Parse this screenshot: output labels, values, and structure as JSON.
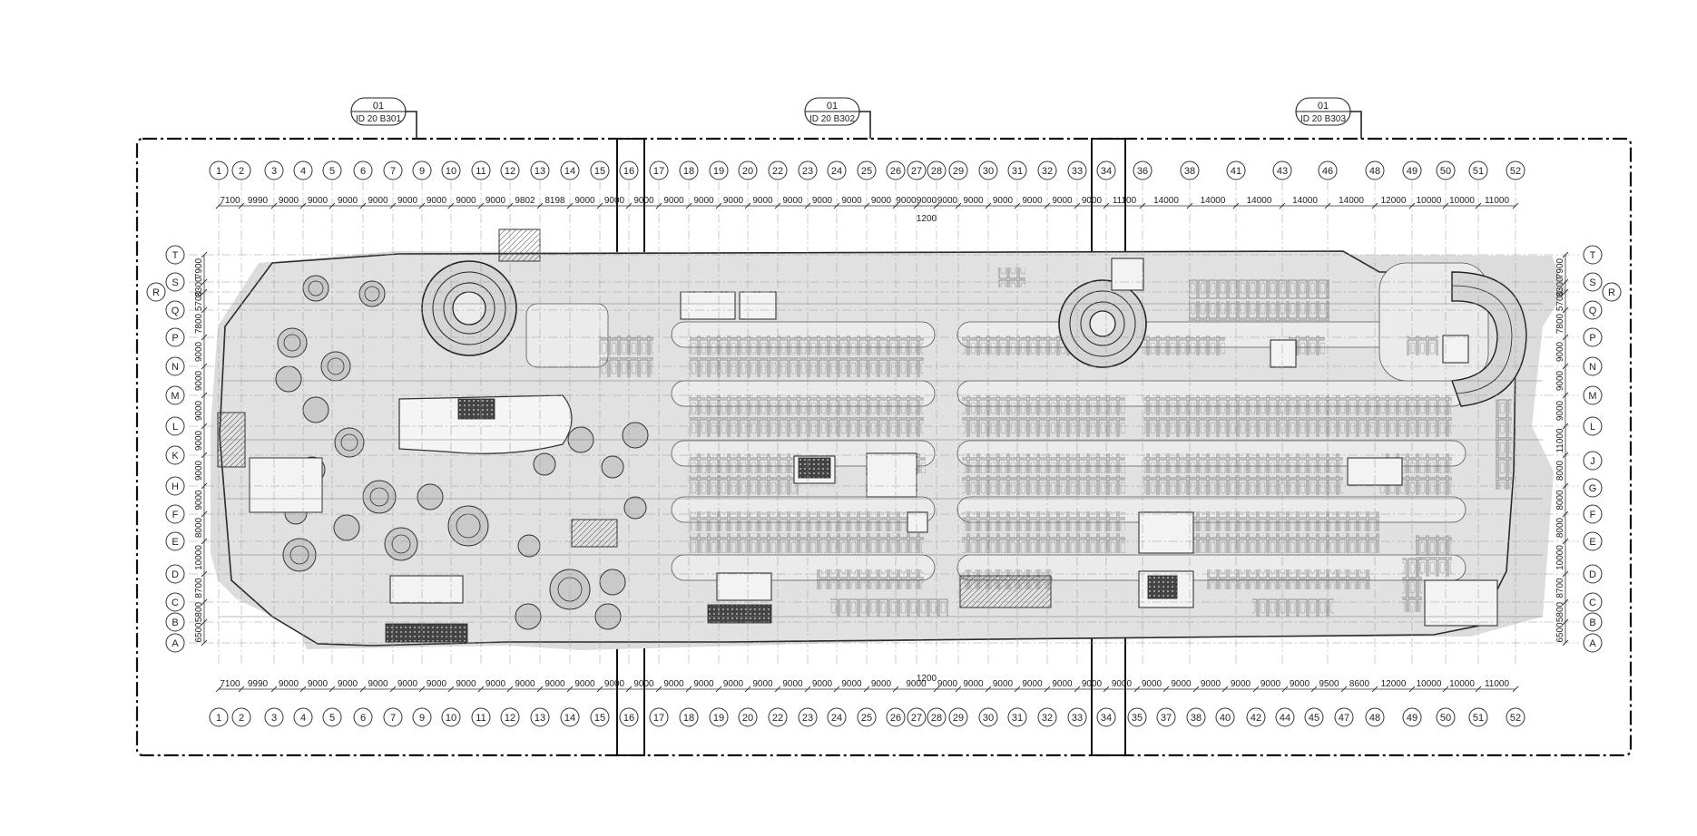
{
  "plan": {
    "grid_columns_top": [
      "1",
      "2",
      "3",
      "4",
      "5",
      "6",
      "7",
      "9",
      "10",
      "11",
      "12",
      "13",
      "14",
      "15",
      "16",
      "17",
      "18",
      "19",
      "20",
      "22",
      "23",
      "24",
      "25",
      "26",
      "27",
      "28",
      "29",
      "30",
      "31",
      "32",
      "33",
      "34",
      "36",
      "38",
      "41",
      "43",
      "46",
      "48",
      "49",
      "50",
      "51",
      "52"
    ],
    "grid_columns_bottom": [
      "1",
      "2",
      "3",
      "4",
      "5",
      "6",
      "7",
      "9",
      "10",
      "11",
      "12",
      "13",
      "14",
      "15",
      "16",
      "17",
      "18",
      "19",
      "20",
      "22",
      "23",
      "24",
      "25",
      "26",
      "27",
      "28",
      "29",
      "30",
      "31",
      "32",
      "33",
      "34",
      "35",
      "37",
      "38",
      "40",
      "42",
      "44",
      "45",
      "47",
      "48",
      "49",
      "50",
      "51",
      "52"
    ],
    "dims_top": [
      "7100",
      "9990",
      "9000",
      "9000",
      "9000",
      "9000",
      "9000",
      "9000",
      "9000",
      "9000",
      "9802",
      "8198",
      "9000",
      "9000",
      "9000",
      "9000",
      "9000",
      "9000",
      "9000",
      "9000",
      "9000",
      "9000",
      "9000",
      "9000",
      "9000",
      "9000",
      "9000",
      "9000",
      "9000",
      "9000",
      "9000",
      "11100",
      "14000",
      "14000",
      "14000",
      "14000",
      "14000",
      "12000",
      "10000",
      "10000",
      "11000"
    ],
    "dims_bottom": [
      "7100",
      "9990",
      "9000",
      "9000",
      "9000",
      "9000",
      "9000",
      "9000",
      "9000",
      "9000",
      "9000",
      "9000",
      "9000",
      "9000",
      "9000",
      "9000",
      "9000",
      "9000",
      "9000",
      "9000",
      "9000",
      "9000",
      "9000",
      "9000",
      "9000",
      "9000",
      "9000",
      "9000",
      "9000",
      "9000",
      "9000",
      "9000",
      "9000",
      "9000",
      "9000",
      "9000",
      "9000",
      "9500",
      "8600",
      "12000",
      "10000",
      "10000",
      "11000"
    ],
    "dim_1200_top": "1200",
    "dim_1200_bottom": "1200",
    "grid_rows_left": [
      "T",
      "S",
      "R",
      "Q",
      "P",
      "N",
      "M",
      "L",
      "K",
      "H",
      "F",
      "E",
      "D",
      "C",
      "B",
      "A"
    ],
    "grid_rows_right": [
      "T",
      "S",
      "R",
      "Q",
      "P",
      "N",
      "M",
      "L",
      "J",
      "G",
      "F",
      "E",
      "D",
      "C",
      "B",
      "A"
    ],
    "dims_left": [
      "7900",
      "3300",
      "5700",
      "7800",
      "9000",
      "9000",
      "9000",
      "9000",
      "9000",
      "9000",
      "8000",
      "10000",
      "8700",
      "5800",
      "6500"
    ],
    "dims_right": [
      "7900",
      "3300",
      "5700",
      "7800",
      "9000",
      "9000",
      "9000",
      "11000",
      "8000",
      "8000",
      "8000",
      "10000",
      "8700",
      "5800",
      "6500"
    ],
    "section_tags": [
      {
        "number": "01",
        "code": "ID 20 B301"
      },
      {
        "number": "01",
        "code": "ID 20 B302"
      },
      {
        "number": "01",
        "code": "ID 20 B303"
      }
    ]
  }
}
